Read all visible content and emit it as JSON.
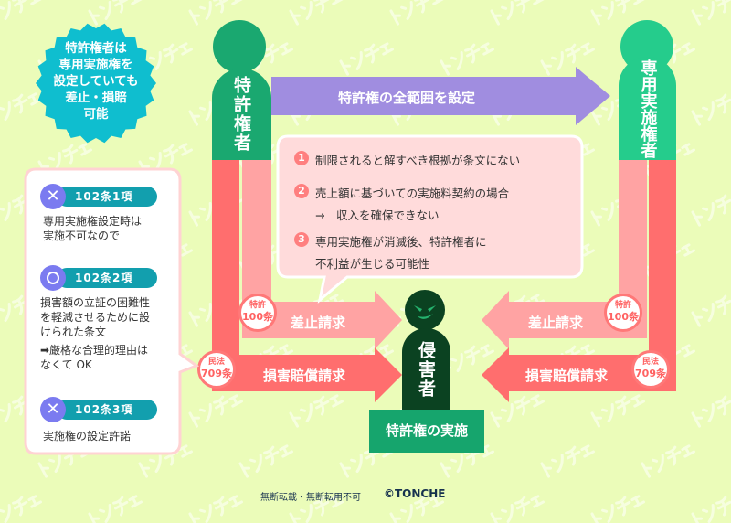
{
  "watermark": "トンチェ",
  "colors": {
    "background": "#ebfcb9",
    "patent_holder": "#1aa870",
    "exclusive_licensee": "#25cc8c",
    "purple_arrow": "#a08de0",
    "injunction": "#ffa3a3",
    "damages": "#ff6e6e",
    "infringer": "#0b4221",
    "starburst": "#0fbecf"
  },
  "starburst": {
    "text": [
      "特許権者は",
      "専用実施権を",
      "設定していても",
      "差止・損賠",
      "可能"
    ]
  },
  "patent_holder": {
    "label": "特許権者"
  },
  "exclusive_licensee": {
    "label": "専用実施権者"
  },
  "top_arrow": {
    "label": "特許権の全範囲を設定"
  },
  "bubble": {
    "items": [
      {
        "num": "1",
        "lines": [
          "制限されると解すべき根拠が条文にない"
        ]
      },
      {
        "num": "2",
        "lines": [
          "売上額に基づいての実施料契約の場合",
          "→　収入を確保できない"
        ]
      },
      {
        "num": "3",
        "lines": [
          "専用実施権が消滅後、特許権者に",
          "不利益が生じる可能性"
        ]
      }
    ]
  },
  "left_panel": {
    "items": [
      {
        "mark": "cross",
        "tag": "102条1項",
        "lines": [
          "専用実施権設定時は",
          "実施不可なので"
        ]
      },
      {
        "mark": "circle",
        "tag": "102条2項",
        "lines": [
          "損害額の立証の困難性",
          "を軽減させるために設",
          "けられた条文",
          "➡厳格な合理的理由は",
          "なくて OK"
        ]
      },
      {
        "mark": "cross",
        "tag": "102条3項",
        "lines": [
          "実施権の設定許諾"
        ]
      }
    ]
  },
  "arrows": {
    "injunction": "差止請求",
    "damages": "損害賠償請求"
  },
  "badges": {
    "patent_100": {
      "top": "特許",
      "bottom": "100条"
    },
    "civil_709": {
      "top": "民法",
      "bottom": "709条"
    }
  },
  "infringer": {
    "label": "侵害者",
    "action": "特許権の実施"
  },
  "footer": {
    "notice": "無断転載・無断転用不可",
    "copyright": "©TONCHE"
  }
}
